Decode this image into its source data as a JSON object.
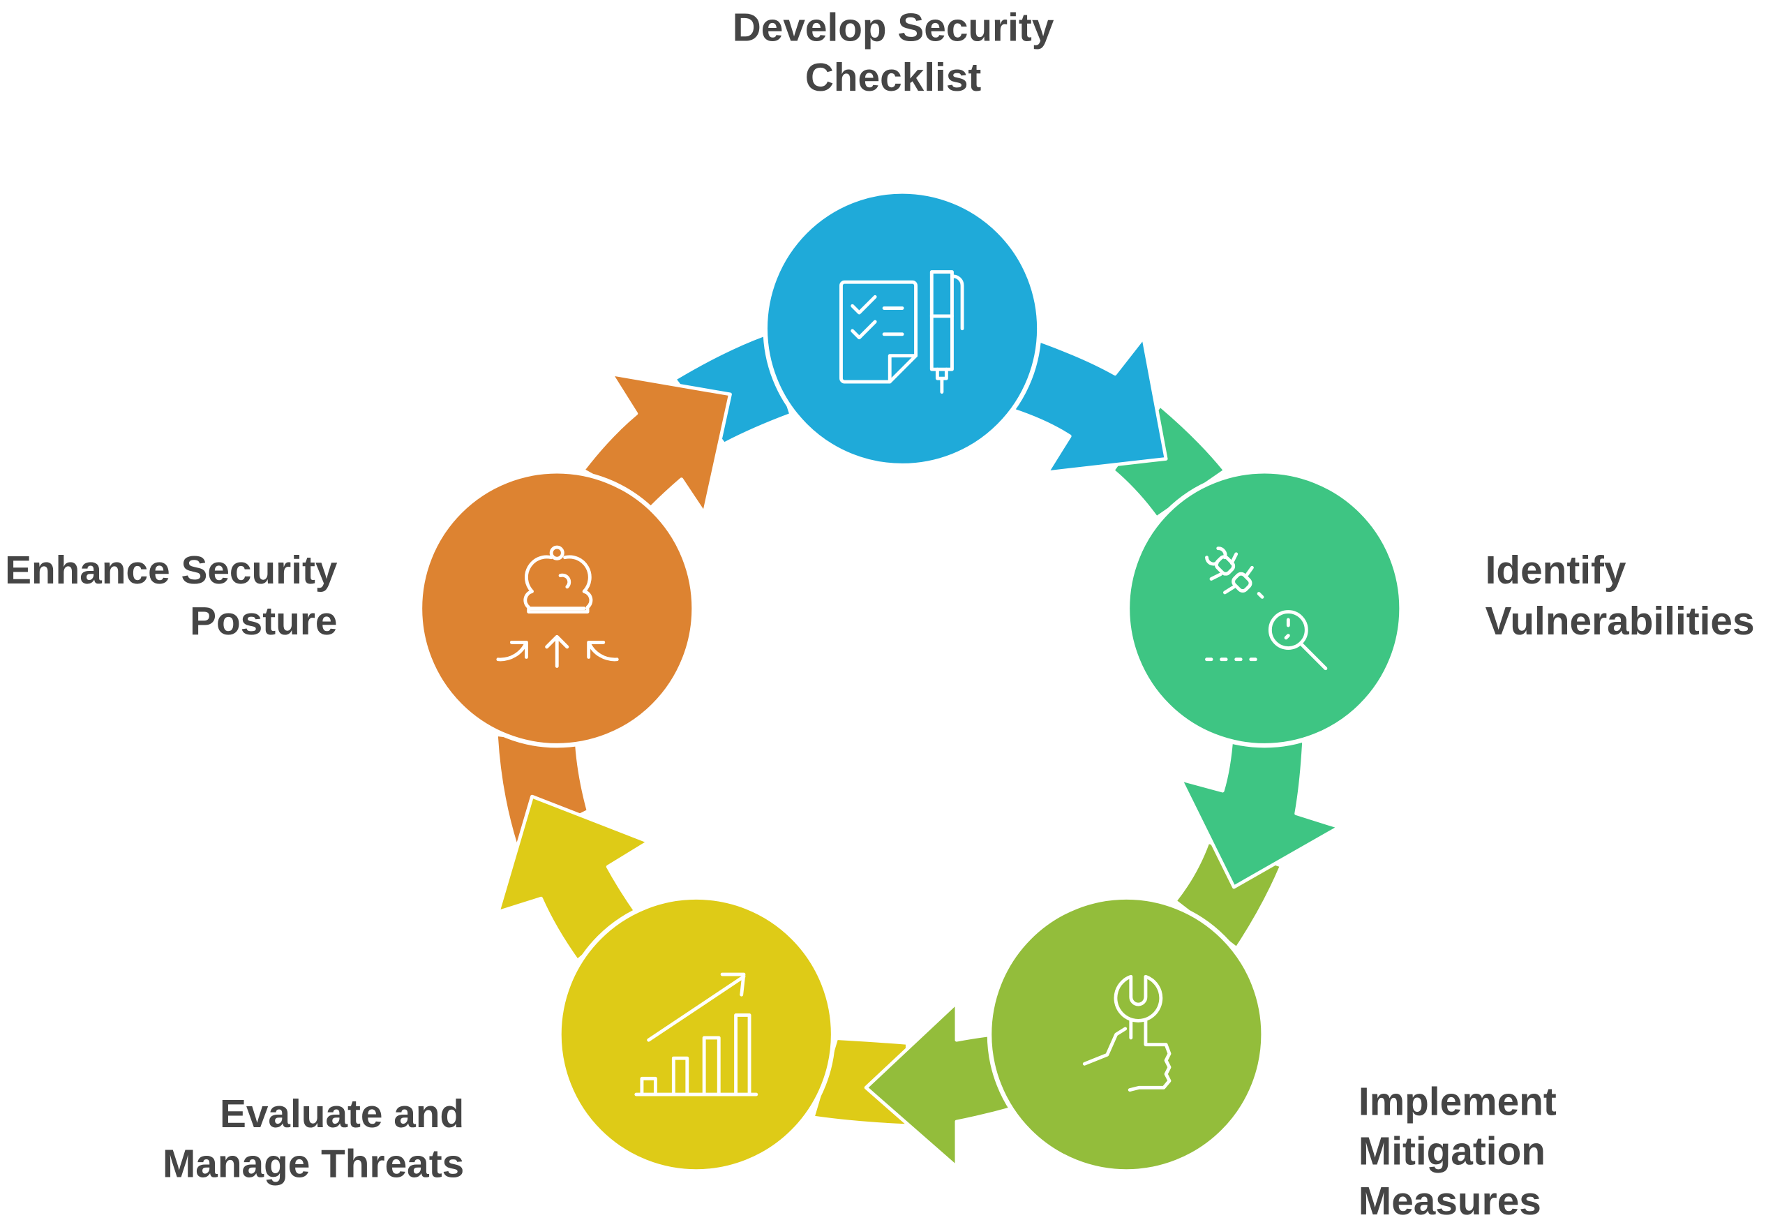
{
  "diagram": {
    "type": "cycle",
    "steps": [
      {
        "id": "develop",
        "line1": "Develop Security",
        "line2": "Checklist",
        "icon": "checklist-pen-icon",
        "color": "#1FAAD9"
      },
      {
        "id": "identify",
        "line1": "Identify",
        "line2": "Vulnerabilities",
        "icon": "bug-search-icon",
        "color": "#3EC583"
      },
      {
        "id": "implement",
        "line1": "Implement",
        "line2": "Mitigation",
        "line3": "Measures",
        "icon": "wrench-hand-icon",
        "color": "#93BD3B"
      },
      {
        "id": "evaluate",
        "line1": "Evaluate and",
        "line2": "Manage Threats",
        "icon": "growth-chart-icon",
        "color": "#DECB17"
      },
      {
        "id": "enhance",
        "line1": "Enhance Security",
        "line2": "Posture",
        "icon": "chess-pawn-icon",
        "color": "#DD8331"
      }
    ]
  }
}
